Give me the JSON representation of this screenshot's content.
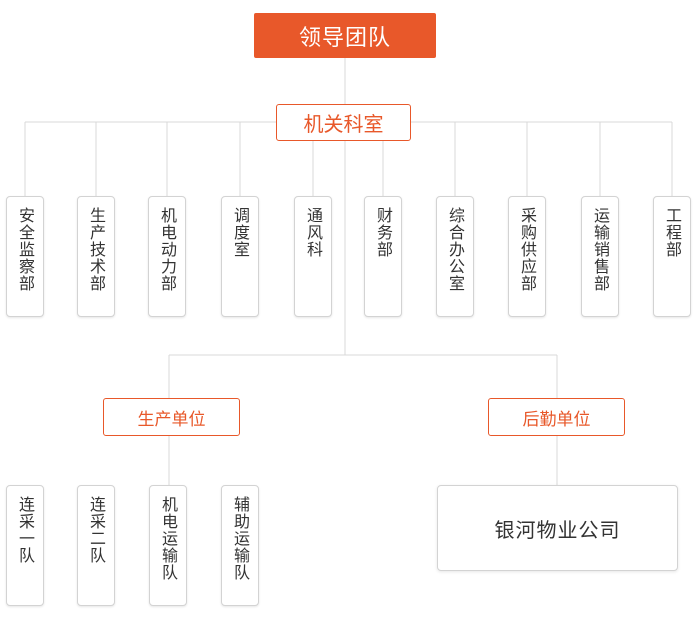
{
  "root": {
    "label": "领导团队"
  },
  "office": {
    "label": "机关科室"
  },
  "departments": [
    {
      "label": "安全监察部"
    },
    {
      "label": "生产技术部"
    },
    {
      "label": "机电动力部"
    },
    {
      "label": "调度室"
    },
    {
      "label": "通风科"
    },
    {
      "label": "财务部"
    },
    {
      "label": "综合办公室"
    },
    {
      "label": "采购供应部"
    },
    {
      "label": "运输销售部"
    },
    {
      "label": "工程部"
    }
  ],
  "production": {
    "label": "生产单位",
    "teams": [
      {
        "label": "连采一队"
      },
      {
        "label": "连采二队"
      },
      {
        "label": "机电运输队"
      },
      {
        "label": "辅助运输队"
      }
    ]
  },
  "logistics": {
    "label": "后勤单位",
    "company": {
      "label": "银河物业公司"
    }
  },
  "colors": {
    "accent": "#e8582a",
    "line": "#d9d9d9",
    "border": "#d3d3d3",
    "text": "#333333"
  }
}
